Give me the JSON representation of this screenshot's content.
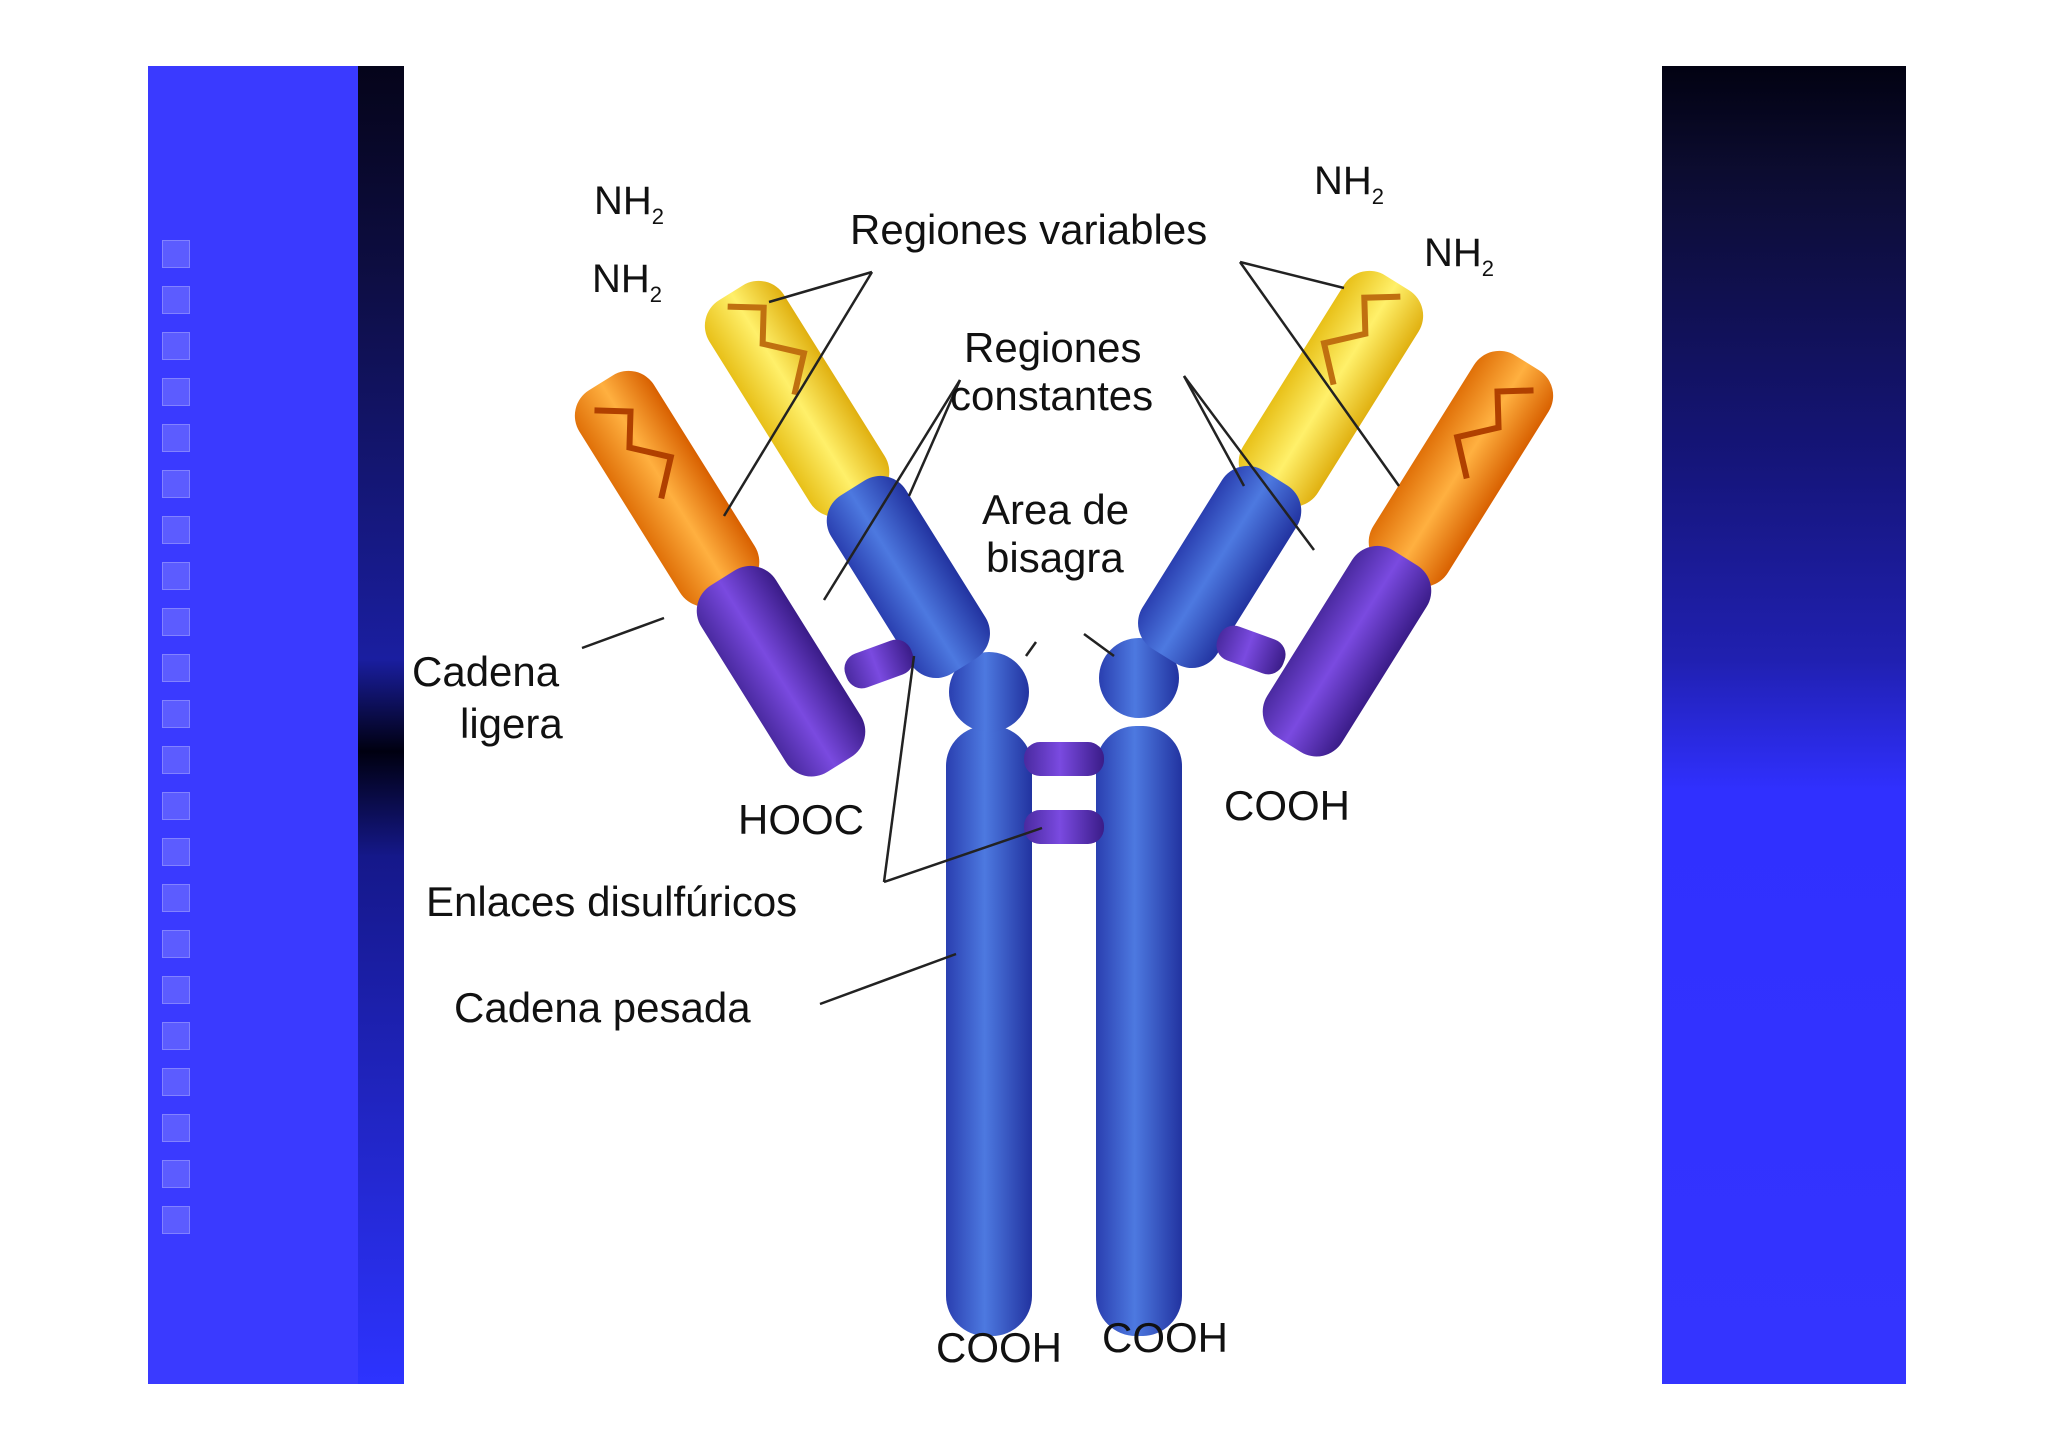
{
  "labels": {
    "nh2_1": "NH",
    "nh2_2": "NH",
    "nh2_3": "NH",
    "nh2_4": "NH",
    "sub2": "2",
    "regiones_variables": "Regiones variables",
    "regiones_constantes_1": "Regiones",
    "regiones_constantes_2": "constantes",
    "area_1": "Area de",
    "area_2": "bisagra",
    "cadena_ligera_1": "Cadena",
    "cadena_ligera_2": "ligera",
    "hooc": "HOOC",
    "cooh_right": "COOH",
    "enlaces": "Enlaces  disulfúricos",
    "cadena_pesada": "Cadena  pesada",
    "cooh_bottom_left": "COOH",
    "cooh_bottom_right": "COOH"
  },
  "colors": {
    "variable_light": "#f7dc2a",
    "variable_heavy": "#f08a10",
    "constant_blue": "#3a5fd0",
    "constant_purple": "#5a32b8",
    "slide_blue": "#3434ff"
  }
}
